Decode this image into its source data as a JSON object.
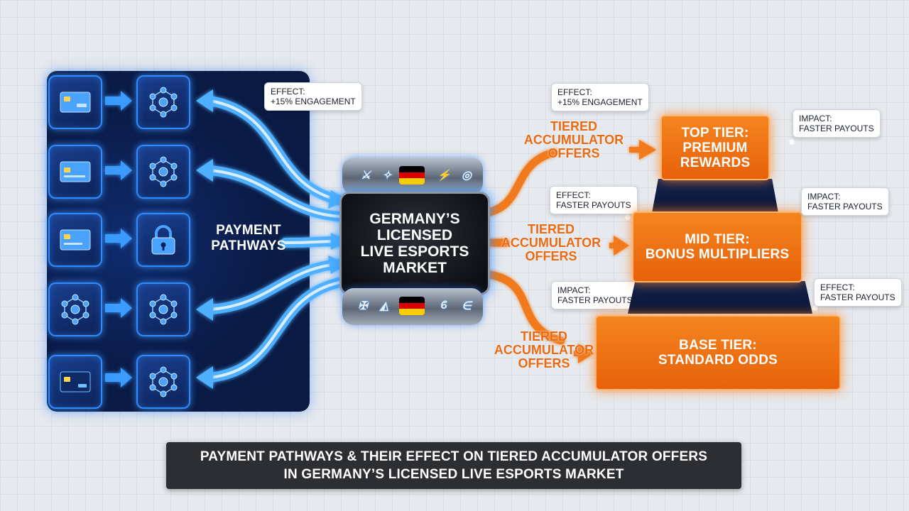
{
  "left": {
    "label": "PAYMENT\nPATHWAYS",
    "rows": [
      {
        "source_icon": "credit-card-icon",
        "target_icon": "blockchain-network-icon"
      },
      {
        "source_icon": "credit-card-icon",
        "target_icon": "blockchain-network-icon"
      },
      {
        "source_icon": "credit-card-icon",
        "target_icon": "padlock-icon"
      },
      {
        "source_icon": "blockchain-network-icon",
        "target_icon": "blockchain-network-icon"
      },
      {
        "source_icon": "credit-card-icon",
        "target_icon": "blockchain-network-icon"
      }
    ],
    "callout": {
      "key": "EFFECT:",
      "value": "+15% ENGAGEMENT"
    }
  },
  "hub": {
    "title": "GERMANY’S\nLICENSED\nLIVE ESPORTS\nMARKET",
    "top_logos": [
      "team-logo-icon",
      "germany-flag-icon",
      "team-logo-icon",
      "team-logo-icon"
    ],
    "bottom_logos": [
      "team-logo-icon",
      "germany-flag-icon",
      "big-logo-icon",
      "team-logo-icon"
    ],
    "flag_colors": [
      "#000000",
      "#dd0000",
      "#ffce00"
    ]
  },
  "offers": [
    {
      "label": "TIERED\nACCUMULATOR\nOFFERS",
      "callout": {
        "key": "EFFECT:",
        "value": "+15% ENGAGEMENT"
      }
    },
    {
      "label": "TIERED\nACCUMULATOR\nOFFERS",
      "callout": {
        "key": "EFFECT:",
        "value": "FASTER PAYOUTS"
      }
    },
    {
      "label": "TIERED\nACCUMULATOR\nOFFERS",
      "callout": {
        "key": "IMPACT:",
        "value": "FASTER PAYOUTS"
      }
    }
  ],
  "tiers": [
    {
      "label": "TOP TIER:\nPREMIUM\nREWARDS",
      "callout": {
        "key": "IMPACT:",
        "value": "FASTER PAYOUTS"
      }
    },
    {
      "label": "MID TIER:\nBONUS MULTIPLIERS",
      "callout": {
        "key": "IMPACT:",
        "value": "FASTER PAYOUTS"
      }
    },
    {
      "label": "BASE TIER:\nSTANDARD ODDS",
      "callout": {
        "key": "EFFECT:",
        "value": "FASTER PAYOUTS"
      }
    }
  ],
  "colors": {
    "blue_accent": "#2f8bff",
    "orange_accent": "#f07a1a",
    "panel_dark": "#0a1b47"
  },
  "banner": {
    "line1": "PAYMENT PATHWAYS & THEIR EFFECT ON TIERED ACCUMULATOR OFFERS",
    "line2": "IN GERMANY’S LICENSED LIVE ESPORTS MARKET"
  }
}
